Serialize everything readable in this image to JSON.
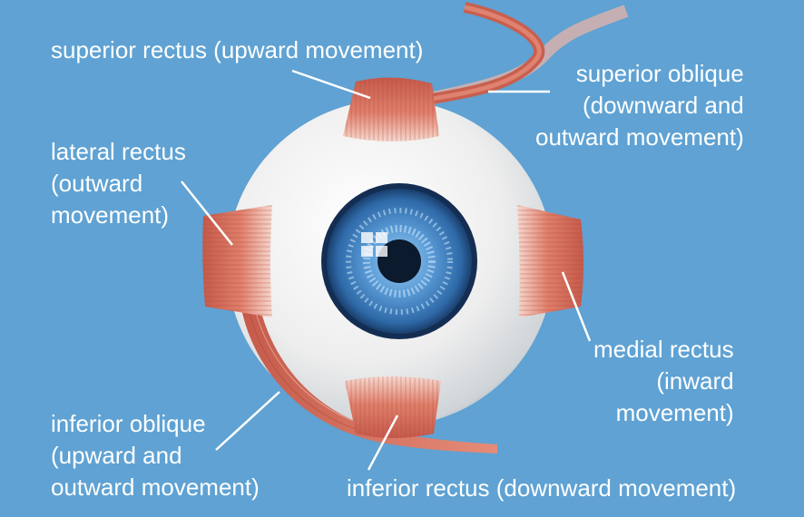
{
  "diagram": {
    "colors": {
      "background": "#5fa2d3",
      "label_text": "#ffffff",
      "leader_line": "#ffffff",
      "muscle": "#d9705f",
      "sclera": "#f3f3f3",
      "iris": "#4e8cc8",
      "pupil": "#0b1a2c"
    },
    "labels": {
      "superior_rectus": [
        "superior rectus (upward movement)"
      ],
      "superior_oblique": [
        "superior oblique",
        "(downward and",
        "outward movement)"
      ],
      "lateral_rectus": [
        "lateral rectus",
        "(outward",
        "movement)"
      ],
      "medial_rectus": [
        "medial rectus",
        "(inward",
        "movement)"
      ],
      "inferior_oblique": [
        "inferior oblique",
        "(upward and",
        "outward movement)"
      ],
      "inferior_rectus": [
        "inferior rectus (downward movement)"
      ]
    }
  }
}
